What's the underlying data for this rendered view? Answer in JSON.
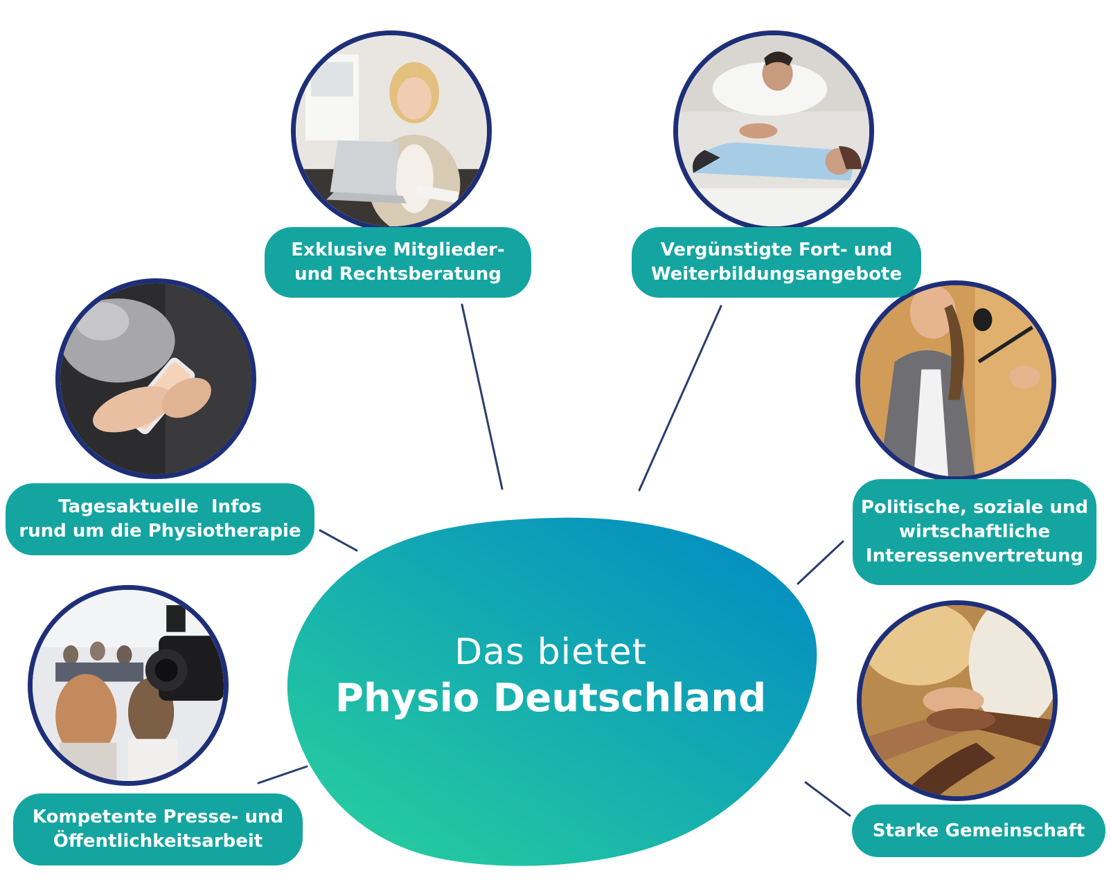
{
  "center": {
    "line1": "Das bietet",
    "line2": "Physio Deutschland",
    "gradient_start": "#2ad29b",
    "gradient_end": "#0088c4"
  },
  "colors": {
    "pill": "#14a5a1",
    "photo_border": "#1e2f78",
    "connector": "#2a3e6e"
  },
  "features": [
    {
      "id": "rechtsberatung",
      "icon": "woman-on-phone-at-laptop-photo",
      "lines": [
        "Exklusive Mitglieder-",
        "und Rechtsberatung"
      ]
    },
    {
      "id": "fortbildung",
      "icon": "physiotherapist-treating-patient-photo",
      "lines": [
        "Vergünstigte Fort- und",
        "Weiterbildungsangebote"
      ]
    },
    {
      "id": "infos",
      "icon": "hands-holding-smartphone-photo",
      "lines": [
        "Tagesaktuelle  Infos",
        "rund um die Physiotherapie"
      ]
    },
    {
      "id": "interessenvertretung",
      "icon": "woman-speaking-at-microphone-photo",
      "lines": [
        "Politische, soziale und",
        "wirtschaftliche",
        "Interessenvertretung"
      ]
    },
    {
      "id": "presse",
      "icon": "press-conference-camera-photo",
      "lines": [
        "Kompetente Presse- und",
        "Öffentlichkeitsarbeit"
      ]
    },
    {
      "id": "gemeinschaft",
      "icon": "stacked-hands-photo",
      "lines": [
        "Starke Gemeinschaft"
      ]
    }
  ]
}
